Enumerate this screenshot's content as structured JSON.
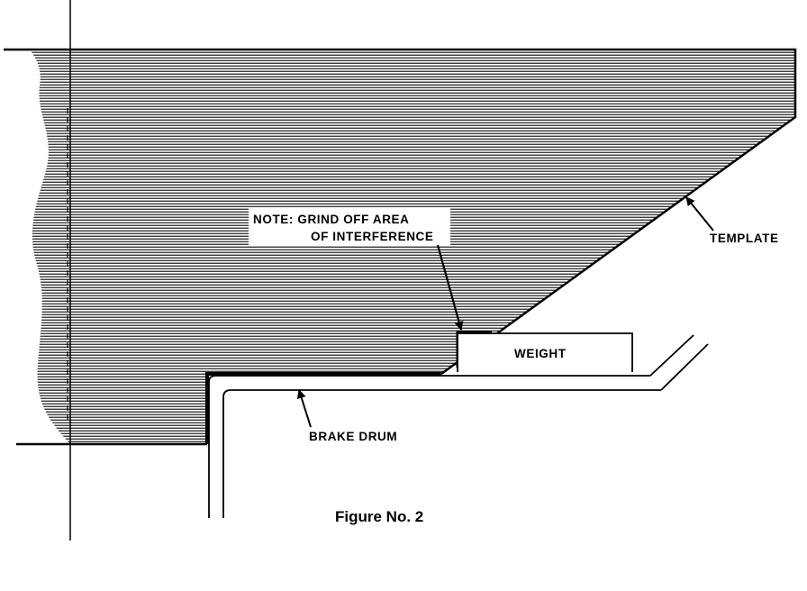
{
  "diagram": {
    "note": {
      "line1": "NOTE:  GRIND OFF AREA",
      "line2": "OF INTERFERENCE"
    },
    "labels": {
      "template": "TEMPLATE",
      "weight": "WEIGHT",
      "brake_drum": "BRAKE DRUM"
    },
    "caption": "Figure No. 2"
  }
}
